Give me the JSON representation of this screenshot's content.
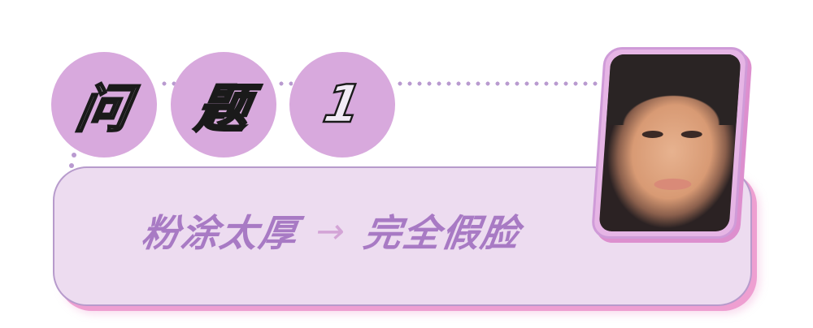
{
  "header": {
    "badges": [
      {
        "label": "问"
      },
      {
        "label": "题"
      },
      {
        "label": "1"
      }
    ]
  },
  "panel": {
    "left_text": "粉涂太厚",
    "arrow": "→",
    "right_text": "完全假脸"
  },
  "photo": {
    "alt": "portrait photo of a woman with dark hair"
  },
  "colors": {
    "circle": "#d8a9dd",
    "panel_bg": "#eddcf0",
    "panel_border": "#b79bcc",
    "panel_shadow": "#ee9fd1",
    "text": "#a87ac4",
    "dots": "#b99ad0"
  }
}
